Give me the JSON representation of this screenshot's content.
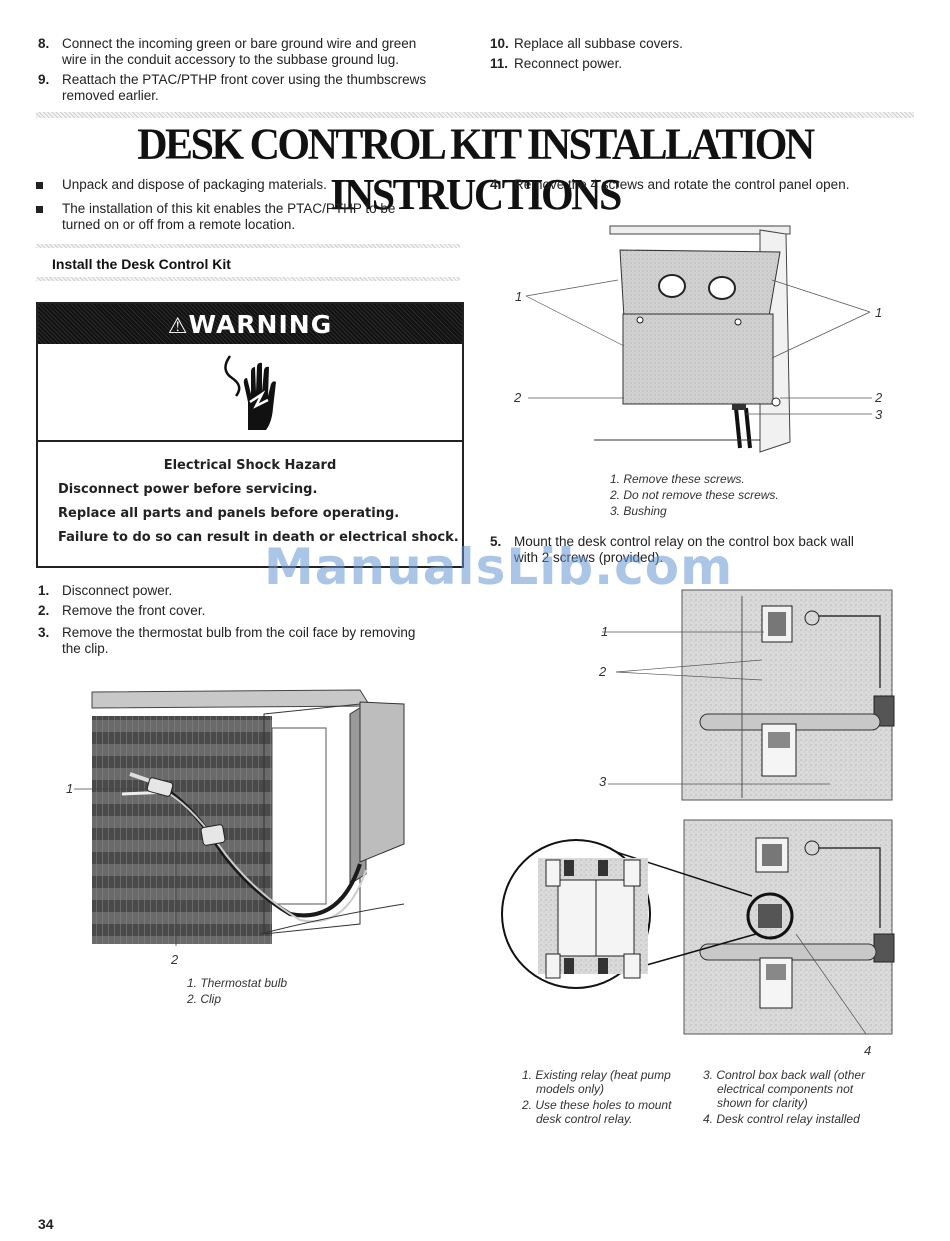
{
  "top_steps_left": [
    {
      "num": "8.",
      "text": "Connect the incoming green or bare ground wire and green",
      "text2": "wire in the conduit accessory to the subbase ground lug."
    },
    {
      "num": "9.",
      "text": "Reattach the PTAC/PTHP front cover using the thumbscrews",
      "text2": "removed earlier."
    }
  ],
  "top_steps_right": [
    {
      "num": "10.",
      "text": "Replace all subbase covers."
    },
    {
      "num": "11.",
      "text": "Reconnect power."
    }
  ],
  "title": "DESK CONTROL KIT INSTALLATION INSTRUCTIONS",
  "bullets": [
    {
      "text": "Unpack and dispose of packaging materials."
    },
    {
      "text": "The installation of this kit enables the PTAC/PTHP to be",
      "text2": "turned on or off from a remote location."
    }
  ],
  "section_heading": "Install the Desk Control Kit",
  "warning": {
    "label": "WARNING",
    "hazard": "Electrical Shock Hazard",
    "lines": [
      "Disconnect power before servicing.",
      "Replace all parts and panels before operating.",
      "Failure to do so can result in death or electrical shock."
    ]
  },
  "left_steps": [
    {
      "num": "1.",
      "text": "Disconnect power."
    },
    {
      "num": "2.",
      "text": "Remove the front cover."
    },
    {
      "num": "3.",
      "text": "Remove the thermostat bulb from the coil face by removing",
      "text2": "the clip."
    }
  ],
  "step4": {
    "num": "4.",
    "text": "Remove the 4 screws and rotate the control panel open."
  },
  "step5": {
    "num": "5.",
    "text": "Mount the desk control relay on the control box back wall",
    "text2": "with 2 screws (provided)."
  },
  "fig1": {
    "callouts": [
      "1",
      "2"
    ],
    "captions": [
      "1. Thermostat bulb",
      "2. Clip"
    ]
  },
  "fig2": {
    "callouts": [
      "1",
      "1",
      "2",
      "2",
      "3"
    ],
    "captions": [
      "1. Remove these screws.",
      "2. Do not remove these screws.",
      "3. Bushing"
    ]
  },
  "fig3": {
    "callouts": [
      "1",
      "2",
      "3",
      "4"
    ],
    "captions_left": [
      "1. Existing relay (heat pump",
      "models only)",
      "2. Use these holes to mount",
      "desk control relay."
    ],
    "captions_right": [
      "3. Control box back wall (other",
      "electrical components not",
      "shown for clarity)",
      "4. Desk control relay installed"
    ]
  },
  "watermark": "ManualsLib.com",
  "page_number": "34"
}
